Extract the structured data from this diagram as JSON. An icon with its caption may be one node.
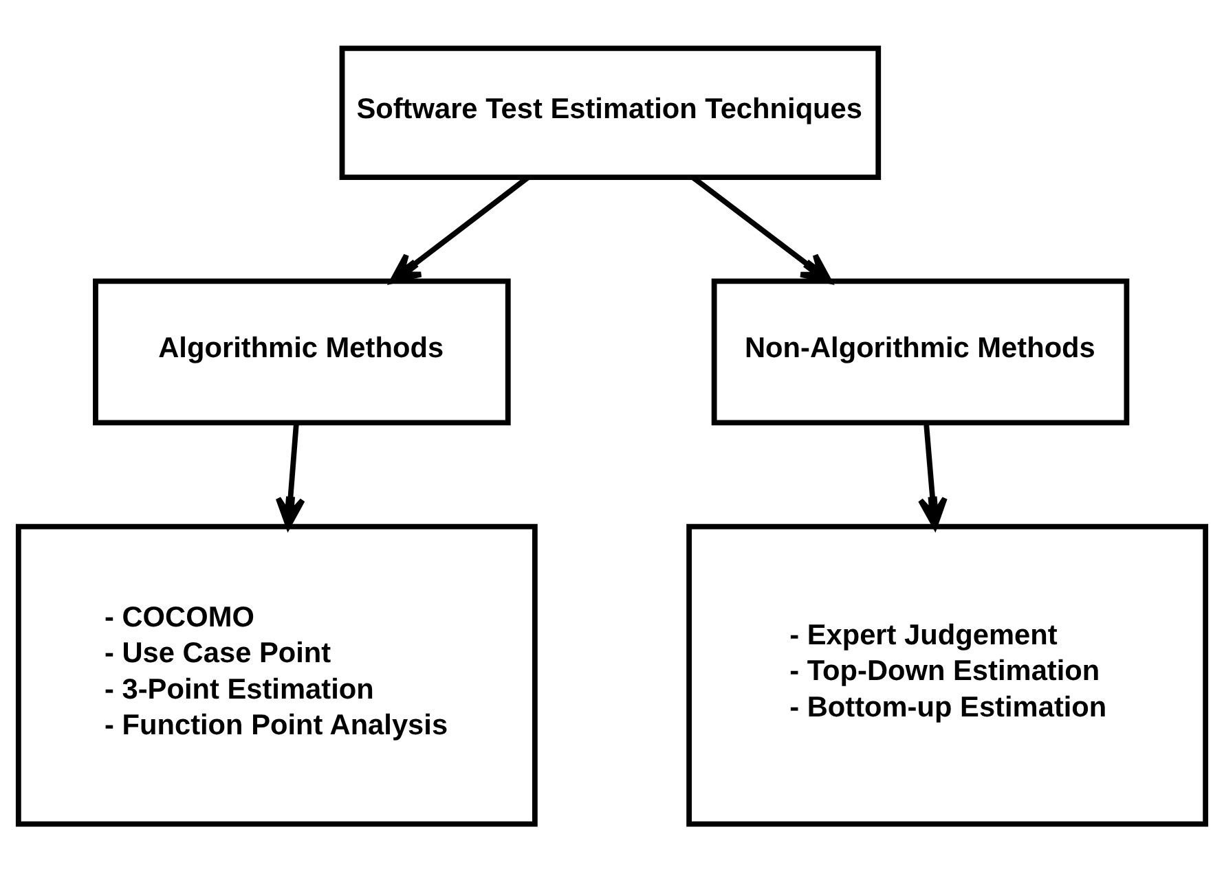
{
  "diagram": {
    "nodes": [
      {
        "text": [
          "Software Test Estimation Techniques"
        ]
      },
      {
        "text": [
          "Algorithmic Methods"
        ]
      },
      {
        "text": [
          "Non-Algorithmic Methods"
        ]
      },
      {
        "text": [
          "- COCOMO",
          "- Use Case Point",
          "- 3-Point Estimation",
          "- Function Point Analysis"
        ]
      },
      {
        "text": [
          "- Expert Judgement",
          "- Top-Down Estimation",
          "- Bottom-up Estimation"
        ]
      }
    ],
    "edges": [
      {
        "from": 0,
        "to": 1,
        "arrow": "to"
      },
      {
        "from": 0,
        "to": 2,
        "arrow": "to"
      },
      {
        "from": 1,
        "to": 3,
        "arrow": "to"
      },
      {
        "from": 2,
        "to": 4,
        "arrow": "to"
      }
    ]
  }
}
